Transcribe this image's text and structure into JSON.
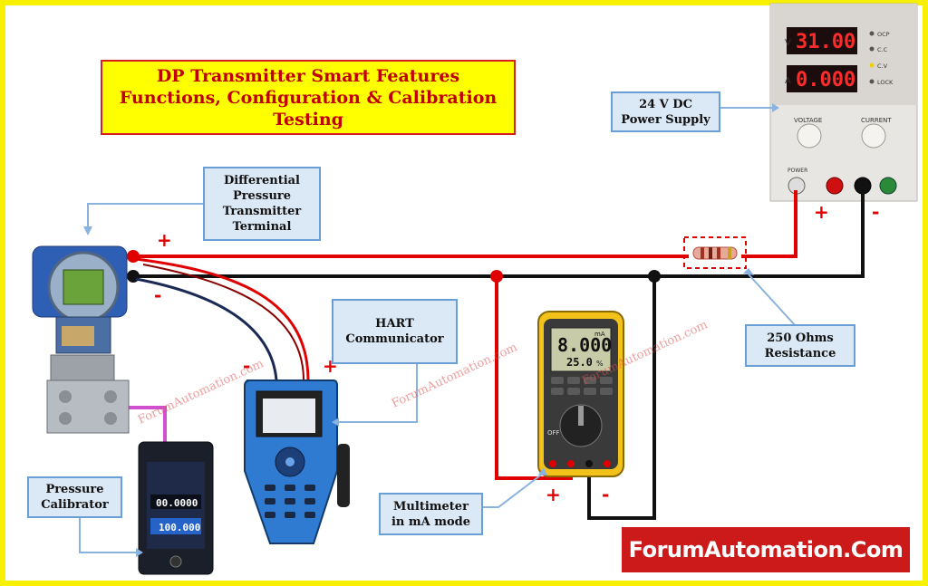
{
  "title": {
    "line1": "DP Transmitter Smart Features",
    "line2": "Functions, Configuration & Calibration",
    "line3": "Testing"
  },
  "callouts": {
    "transmitter": "Differential\nPressure\nTransmitter\nTerminal",
    "power_supply": "24 V DC\nPower Supply",
    "hart": "HART\nCommunicator",
    "resistance": "250 Ohms\nResistance",
    "calibrator": "Pressure\nCalibrator",
    "multimeter": "Multimeter\nin mA mode"
  },
  "polarity": {
    "plus": "+",
    "minus": "-"
  },
  "power_supply": {
    "voltage_label": "V",
    "current_label": "A",
    "voltage_display": "31.00",
    "current_display": "0.000",
    "indicators": [
      "OCP",
      "C.C",
      "C.V",
      "LOCK"
    ],
    "knob_voltage": "VOLTAGE",
    "knob_current": "CURRENT",
    "power_label": "POWER"
  },
  "multimeter": {
    "main_display": "8.000",
    "unit": "mA",
    "secondary_display": "25.0",
    "secondary_unit": "%",
    "off_label": "OFF"
  },
  "calibrator": {
    "reading_top": "00.0000",
    "reading_bottom": "100.000"
  },
  "watermark": "ForumAutomation.com",
  "brand": "ForumAutomation.Com",
  "colors": {
    "frame": "#f7f000",
    "title_bg": "#ffff00",
    "title_text": "#c00000",
    "callout_bg": "#dbe8f5",
    "callout_border": "#6a9fd6",
    "wire_positive": "#e00000",
    "wire_negative": "#111111",
    "brand_bg": "#cc1a1a"
  }
}
